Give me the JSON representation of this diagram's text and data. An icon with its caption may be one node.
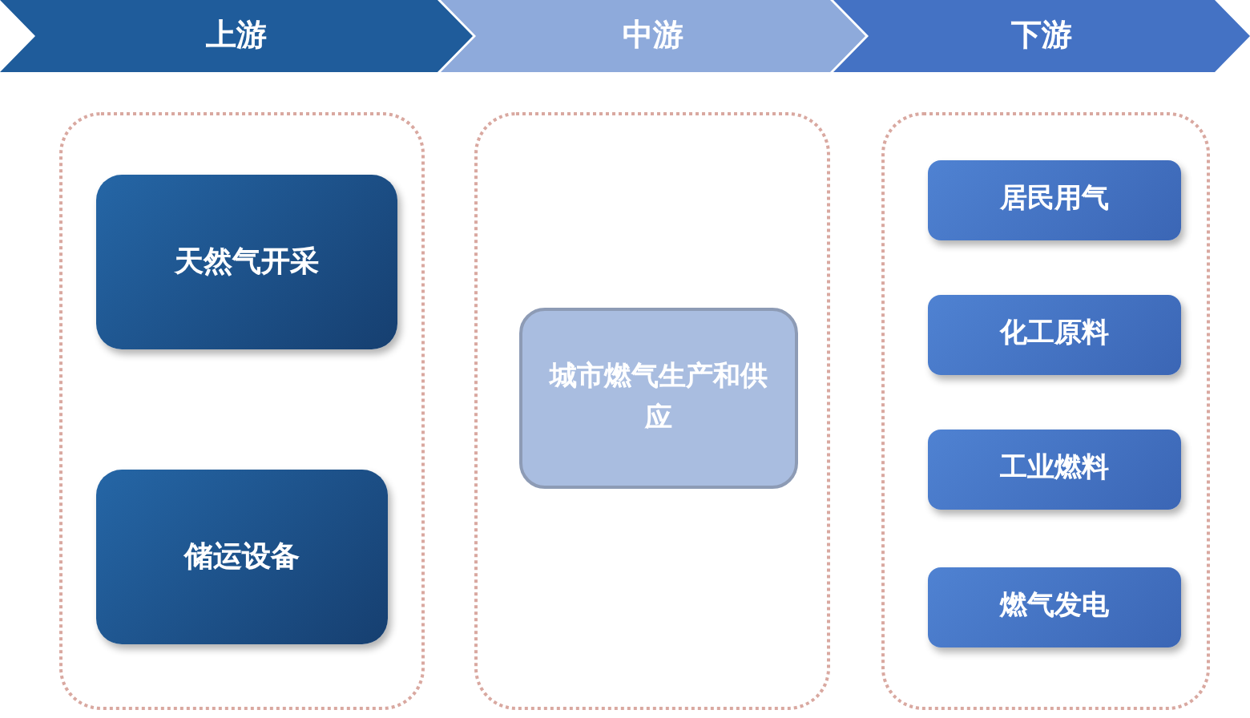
{
  "diagram": {
    "nodes": [
      {
        "text": [
          "上游"
        ]
      },
      {
        "text": [
          "中游"
        ]
      },
      {
        "text": [
          "下游"
        ]
      },
      {
        "text": [],
        "shape": "box"
      },
      {
        "text": [
          "天然气开采"
        ],
        "in": 3
      },
      {
        "text": [
          "储运设备"
        ],
        "in": 3
      },
      {
        "text": [],
        "shape": "box"
      },
      {
        "text": [
          "城市燃气生产和供应"
        ],
        "in": 6
      },
      {
        "text": [],
        "shape": "box"
      },
      {
        "text": [
          "居民用气"
        ],
        "in": 8
      },
      {
        "text": [
          "化工原料"
        ],
        "in": 8
      },
      {
        "text": [
          "工业燃料"
        ],
        "in": 8
      },
      {
        "text": [
          "燃气发电"
        ],
        "in": 8
      }
    ]
  }
}
